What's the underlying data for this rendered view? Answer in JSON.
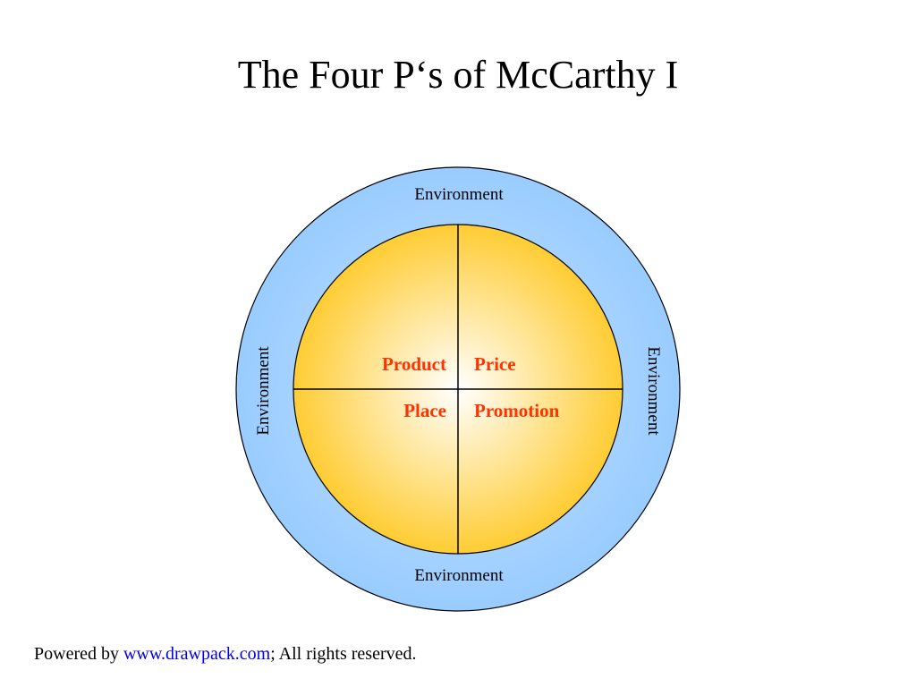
{
  "title": "The Four P‘s of McCarthy I",
  "diagram": {
    "environment_labels": {
      "top": "Environment",
      "bottom": "Environment",
      "left": "Environment",
      "right": "Environment"
    },
    "quadrants": {
      "top_left": "Product",
      "top_right": "Price",
      "bottom_left": "Place",
      "bottom_right": "Promotion"
    },
    "colors": {
      "outer_ring": "#99ccff",
      "inner_edge": "#ffcc33",
      "inner_center": "#ffffff",
      "quadrant_text": "#ff3300",
      "lines": "#000000"
    }
  },
  "footer": {
    "prefix": "Powered by ",
    "link_text": "www.drawpack.com",
    "suffix": "; All rights reserved."
  }
}
